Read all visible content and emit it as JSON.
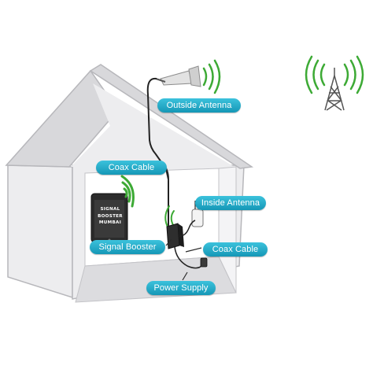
{
  "labels": {
    "outside_antenna": "Outside Antenna",
    "coax_cable_top": "Coax Cable",
    "inside_antenna": "Inside Antenna",
    "signal_booster": "Signal Booster",
    "coax_cable_right": "Coax Cable",
    "power_supply": "Power Supply"
  },
  "tablet_screen": {
    "line1": "SIGNAL",
    "line2": "BOOSTER",
    "line3": "MUMBAI"
  },
  "colors": {
    "label_bg": "#1fa6c4",
    "wave_green": "#3daa35",
    "house_wall": "#ebebed",
    "house_roof": "#d9d9dc",
    "house_outline": "#b9b9bd",
    "cable": "#222222"
  },
  "icons": [
    "cell-tower-icon",
    "tablet-icon",
    "signal-wave-icon",
    "antenna-icon",
    "booster-device-icon",
    "power-adapter-icon"
  ]
}
